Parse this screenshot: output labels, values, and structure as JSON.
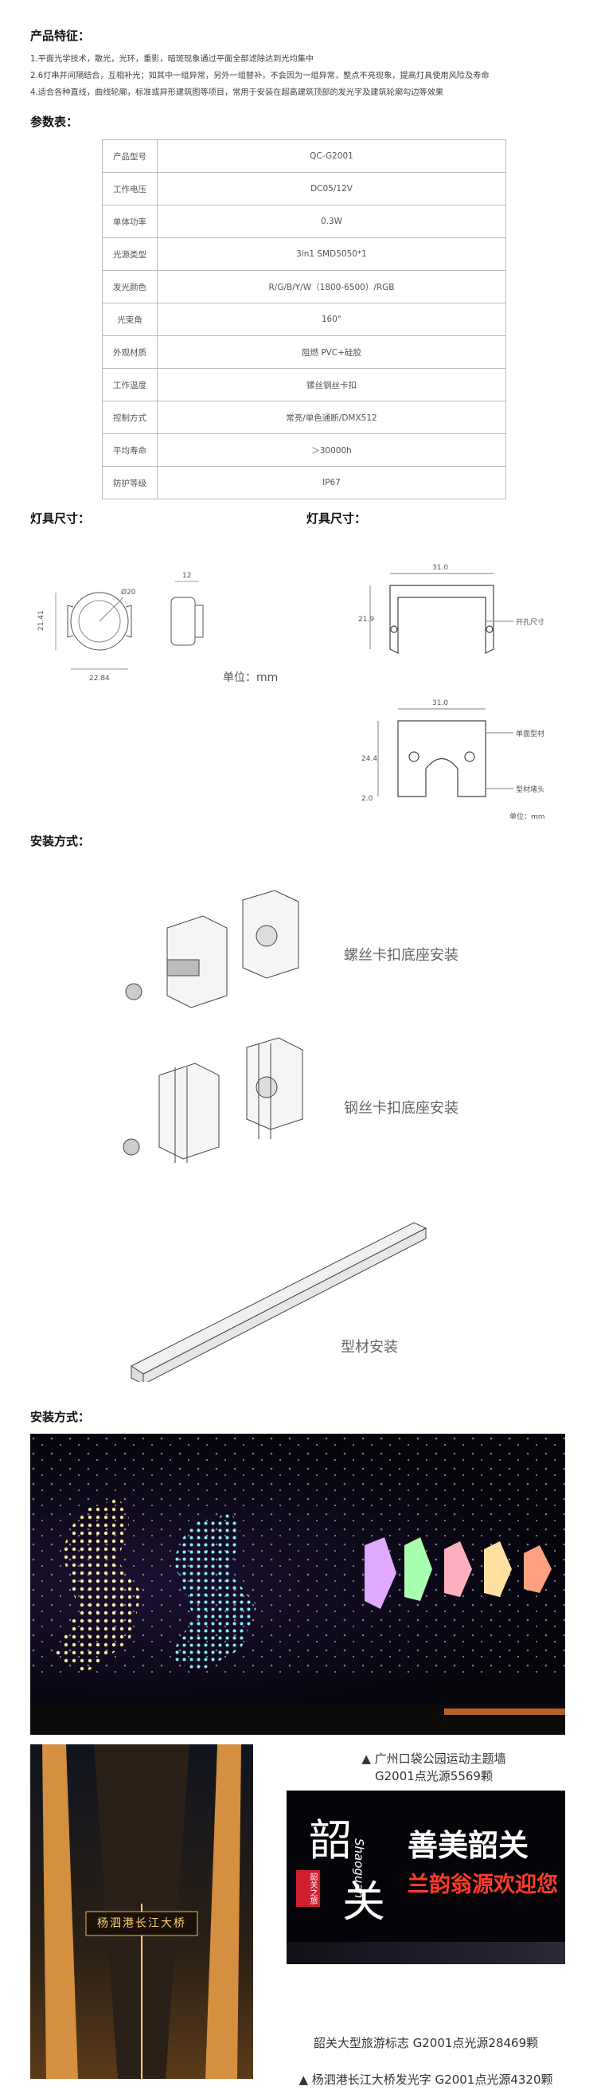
{
  "features": {
    "title": "产品特征：",
    "items": [
      "1.平面光学技术，散光，光环，重影，暗斑现象通过平面全部滤除达到光均集中",
      "2.6灯串并间隔结合，互相补光；如其中一组异常，另外一组替补，不会因为一组异常，整点不亮现象，提高灯具使用风险及寿命",
      "4.适合各种直线，曲线轮廓，标准或异形建筑图等项目，常用于安装在超高建筑顶部的发光字及建筑轮廓勾边等效果"
    ]
  },
  "params": {
    "title": "参数表：",
    "rows": [
      {
        "k": "产品型号",
        "v": "QC-G2001"
      },
      {
        "k": "工作电压",
        "v": "DC05/12V"
      },
      {
        "k": "单体功率",
        "v": "0.3W"
      },
      {
        "k": "光源类型",
        "v": "3in1 SMD5050*1"
      },
      {
        "k": "发光颜色",
        "v": "R/G/B/Y/W（1800-6500）/RGB"
      },
      {
        "k": "光束角",
        "v": "160°"
      },
      {
        "k": "外观材质",
        "v": "阻燃 PVC+硅胶"
      },
      {
        "k": "工作温度",
        "v": "镙丝钢丝卡扣"
      },
      {
        "k": "控制方式",
        "v": "常亮/单色通断/DMX512"
      },
      {
        "k": "平均寿命",
        "v": "＞30000h"
      },
      {
        "k": "防护等级",
        "v": "IP67"
      }
    ]
  },
  "dimensions": {
    "title_left": "灯具尺寸：",
    "title_right": "灯具尺寸：",
    "unit_text": "单位：mm",
    "dia": "Ø20",
    "height": "21.41",
    "width": "22.84",
    "side": "12",
    "profile_w1": "31.0",
    "profile_h1": "21.9",
    "hole_note": "开孔尺寸",
    "profile_w2": "31.0",
    "profile_h2": "24.4",
    "profile_h3": "2.0",
    "single_profile": "单面型材",
    "end_cap": "型材堵头",
    "small_unit": "单位：mm"
  },
  "install": {
    "title": "安装方式：",
    "method1": "螺丝卡扣底座安装",
    "method2": "钢丝卡扣底座安装",
    "method3": "型材安装"
  },
  "cases": {
    "title": "安装方式：",
    "cap1_line1": "▲ 广州口袋公园运动主题墙",
    "cap1_line2": "G2001点光源5569颗",
    "sign_left_1": "韶",
    "sign_left_2": "关",
    "sign_badge": "韶关之旅",
    "sign_script": "Shaoguan",
    "sign_right_1": "善美韶关",
    "sign_right_2": "兰韵翁源欢迎您",
    "bridge_text": "杨泗港长江大桥",
    "cap2": "韶关大型旅游标志 G2001点光源28469颗",
    "cap3": "▲ 杨泗港长江大桥发光字 G2001点光源4320颗"
  },
  "colors": {
    "accent": "#e8c050",
    "dark_bg": "#0a0a14"
  }
}
